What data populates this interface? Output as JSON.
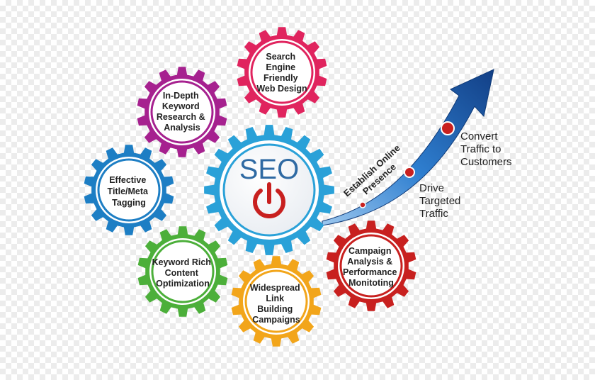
{
  "diagram": {
    "center": {
      "title": "SEO",
      "icon": "power-icon",
      "color": "#2aa1d8"
    },
    "gears": [
      {
        "id": "web-design",
        "lines": [
          "Search",
          "Engine",
          "Friendly",
          "Web Design"
        ],
        "color": "#e0245e"
      },
      {
        "id": "keyword-research",
        "lines": [
          "In-Depth",
          "Keyword",
          "Research &",
          "Analysis"
        ],
        "color": "#a6218f"
      },
      {
        "id": "title-meta",
        "lines": [
          "Effective",
          "Title/Meta",
          "Tagging"
        ],
        "color": "#1d7ec4"
      },
      {
        "id": "content-optimization",
        "lines": [
          "Keyword Rich",
          "Content",
          "Optimization"
        ],
        "color": "#4caf3a"
      },
      {
        "id": "link-building",
        "lines": [
          "Widespread",
          "Link",
          "Building",
          "Campaigns"
        ],
        "color": "#f2a51a"
      },
      {
        "id": "campaign-analysis",
        "lines": [
          "Campaign",
          "Analysis &",
          "Performance",
          "Monitoting"
        ],
        "color": "#c8201f"
      }
    ],
    "arrow": {
      "label_lines": [
        "Establish Online",
        "Presence"
      ],
      "color": "#1c5fa8"
    },
    "milestones": [
      {
        "lines": [
          "Drive",
          "Targeted",
          "Traffic"
        ]
      },
      {
        "lines": [
          "Convert",
          "Traffic to",
          "Customers"
        ]
      }
    ]
  }
}
